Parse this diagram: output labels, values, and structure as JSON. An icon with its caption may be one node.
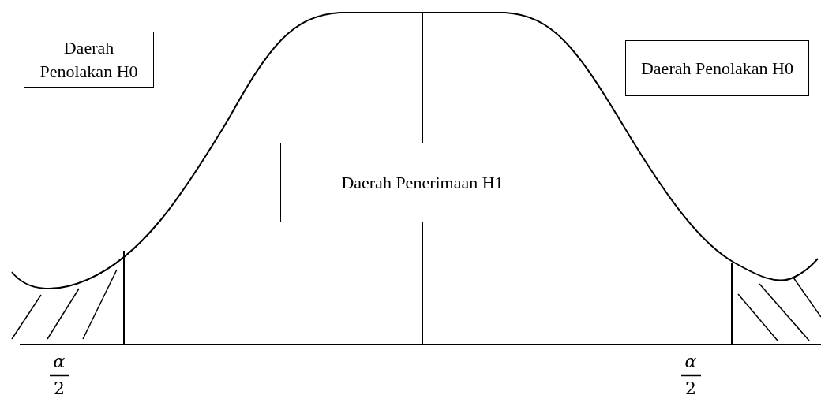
{
  "diagram": {
    "nodes": [
      {
        "text": [
          "Daerah Penolakan H0"
        ]
      },
      {
        "text": [
          "Daerah Penolakan H0"
        ]
      },
      {
        "text": [
          "Daerah Penerimaan H1"
        ]
      }
    ],
    "labels": [
      "α",
      "2",
      "α",
      "2"
    ]
  }
}
